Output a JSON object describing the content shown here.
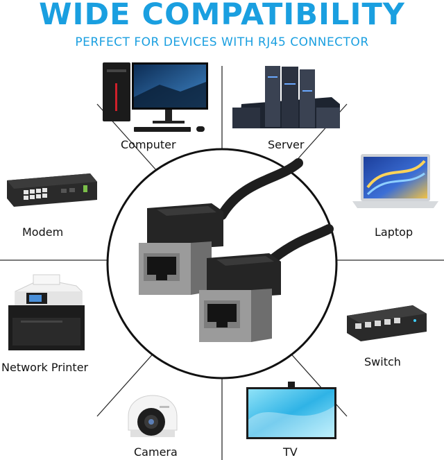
{
  "header": {
    "title": "WIDE COMPATIBILITY",
    "subtitle": "PERFECT FOR DEVICES WITH RJ45 CONNECTOR"
  },
  "devices": {
    "computer": "Computer",
    "server": "Server",
    "modem": "Modem",
    "laptop": "Laptop",
    "network_printer": "Network Printer",
    "switch": "Switch",
    "camera": "Camera",
    "tv": "TV"
  },
  "colors": {
    "accent": "#1a9fe0",
    "text": "#111111",
    "divider": "#2b2b2b"
  }
}
